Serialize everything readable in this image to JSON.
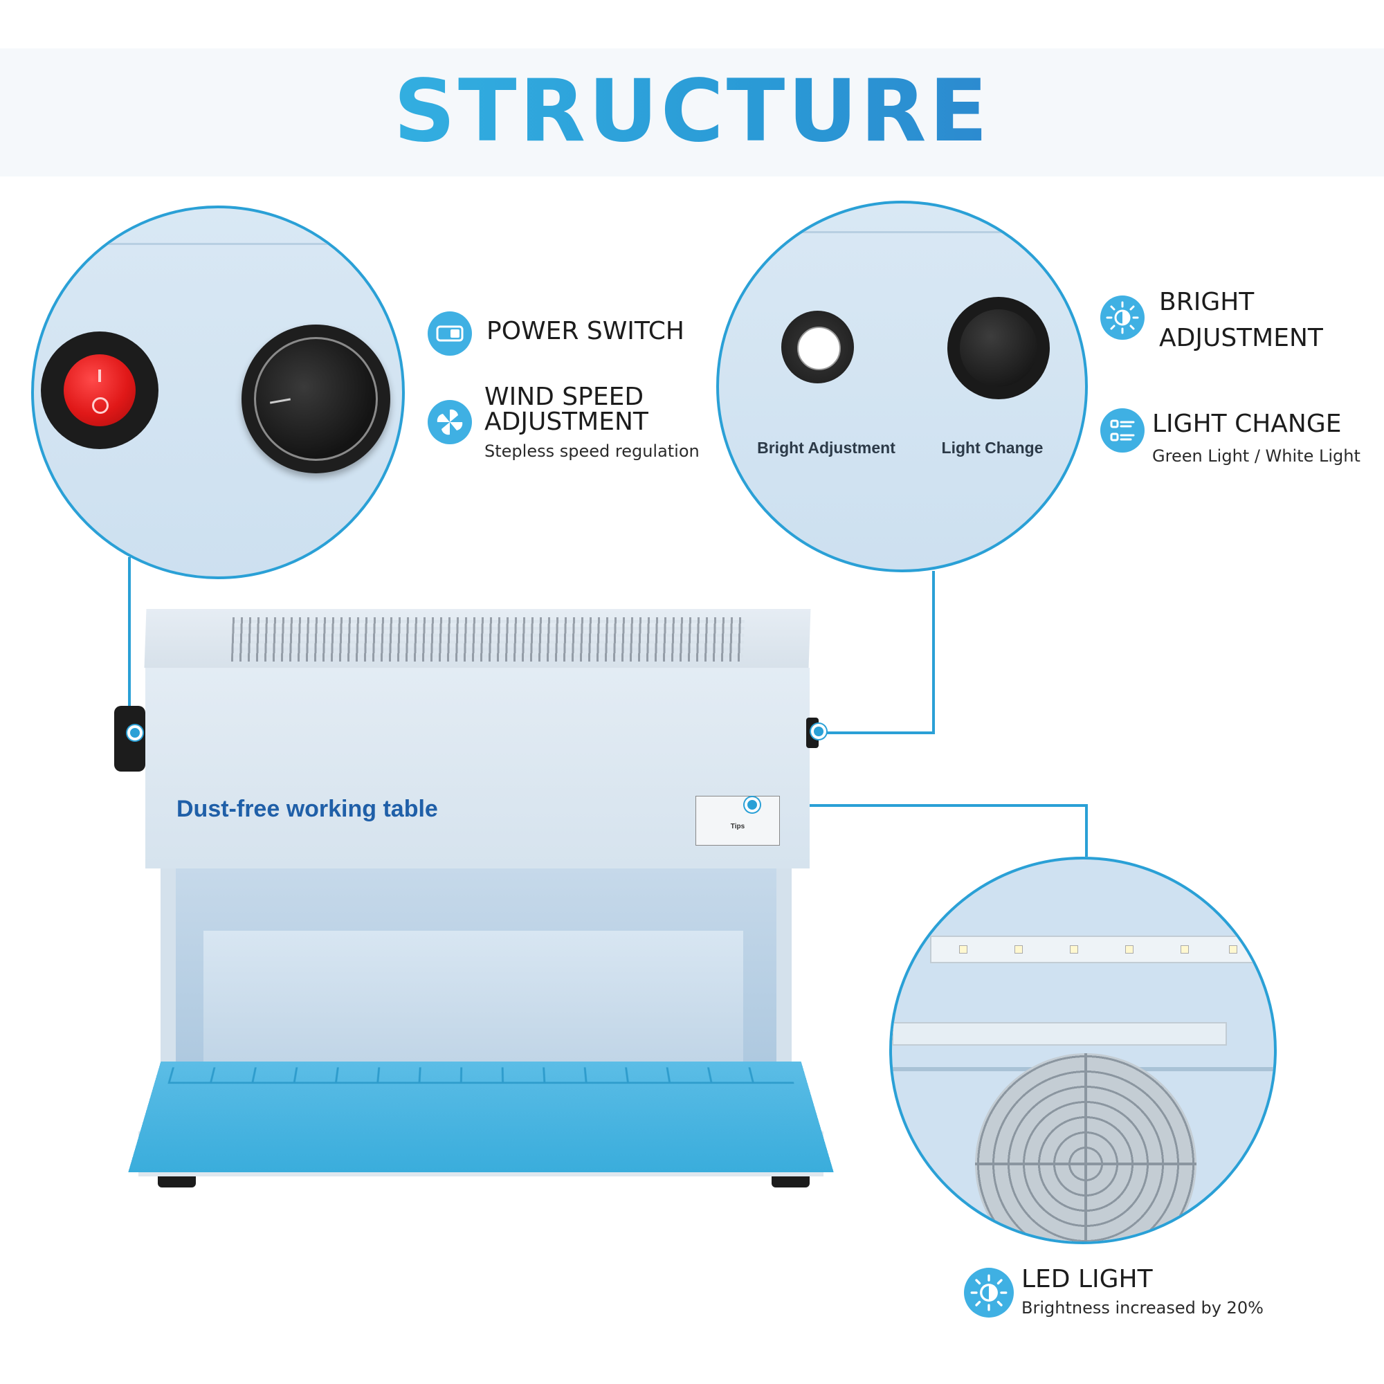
{
  "header": {
    "title": "STRUCTURE"
  },
  "features": {
    "power_switch": {
      "title": "POWER SWITCH",
      "icon": "toggle-icon"
    },
    "wind_speed": {
      "title_line1": "WIND SPEED",
      "title_line2": "ADJUSTMENT",
      "subtitle": "Stepless speed regulation",
      "icon": "fan-icon"
    },
    "bright": {
      "title_line1": "BRIGHT",
      "title_line2": "ADJUSTMENT",
      "icon": "brightness-icon"
    },
    "light_change": {
      "title": "LIGHT CHANGE",
      "subtitle": "Green Light / White Light",
      "icon": "list-icon"
    },
    "led_light": {
      "title": "LED LIGHT",
      "subtitle": "Brightness increased by 20%",
      "icon": "brightness-icon"
    }
  },
  "right_zoom": {
    "left_label": "Bright Adjustment",
    "right_label": "Light Change"
  },
  "device": {
    "brand_text": "Dust-free working table",
    "sticker_heading": "Tips"
  },
  "colors": {
    "accent": "#2aa0d6",
    "icon_bg": "#3fb0e3",
    "mat": "#4ab4e0",
    "power_switch_red": "#e02020"
  }
}
